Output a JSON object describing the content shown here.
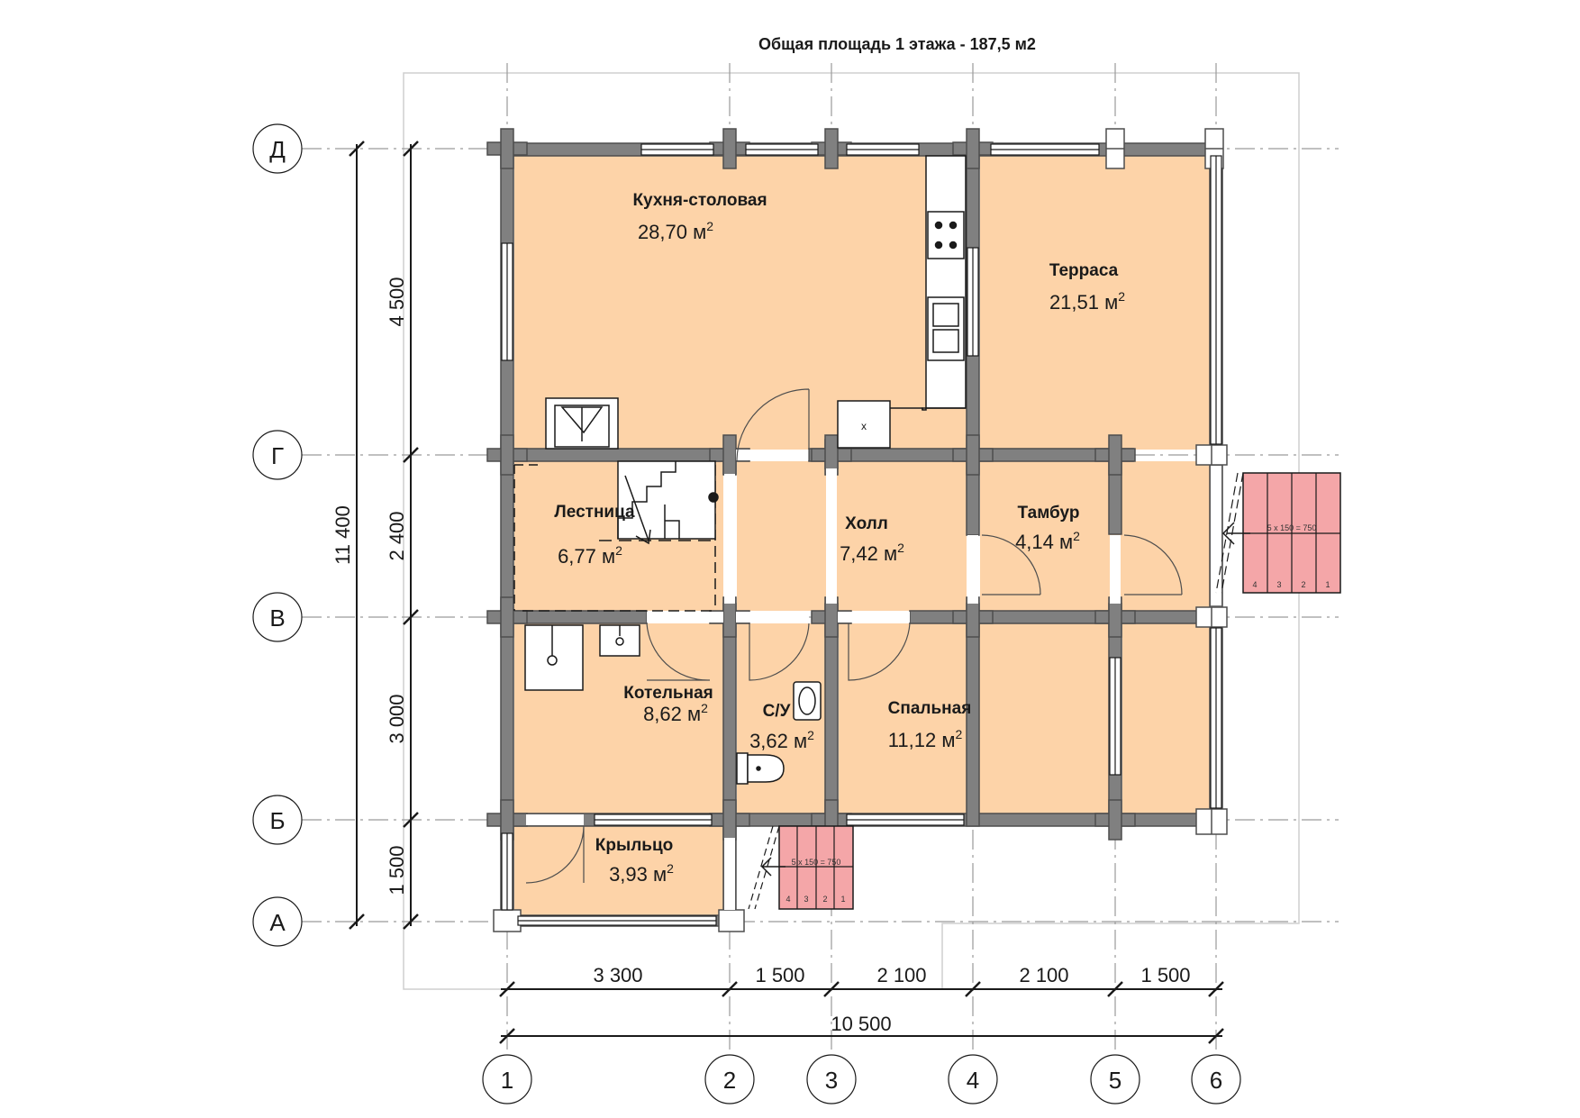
{
  "title": "Общая площадь 1 этажа - 187,5 м2",
  "colors": {
    "room_fill": "#fdd3a8",
    "wall": "#808080",
    "wall_stroke": "#4d4d4d",
    "stair_pink": "#f4a6a8",
    "axis_line": "#9a9a9a"
  },
  "area_unit": "м",
  "area_sup": "2",
  "rooms": [
    {
      "id": "kitchen",
      "name": "Кухня-столовая",
      "area": "28,70"
    },
    {
      "id": "terrace",
      "name": "Терраса",
      "area": "21,51"
    },
    {
      "id": "stairs",
      "name": "Лестница",
      "area": "6,77"
    },
    {
      "id": "hall",
      "name": "Холл",
      "area": "7,42"
    },
    {
      "id": "vestibule",
      "name": "Тамбур",
      "area": "4,14"
    },
    {
      "id": "boiler",
      "name": "Котельная",
      "area": "8,62"
    },
    {
      "id": "wc",
      "name": "С/У",
      "area": "3,62"
    },
    {
      "id": "bedroom",
      "name": "Спальная",
      "area": "11,12"
    },
    {
      "id": "porch",
      "name": "Крыльцо",
      "area": "3,93"
    }
  ],
  "axes_rows": [
    "Д",
    "Г",
    "В",
    "Б",
    "А"
  ],
  "axes_cols": [
    "1",
    "2",
    "3",
    "4",
    "5",
    "6"
  ],
  "dims_vertical": [
    "4 500",
    "2 400",
    "3 000",
    "1 500"
  ],
  "dim_vertical_total": "11 400",
  "dims_horizontal": [
    "3 300",
    "1 500",
    "2 100",
    "2 100",
    "1 500"
  ],
  "dim_horizontal_total": "10 500",
  "stair_steps": [
    "4",
    "3",
    "2",
    "1"
  ],
  "stair_note": "5 x 150 = 750",
  "boiler_mark": "x"
}
